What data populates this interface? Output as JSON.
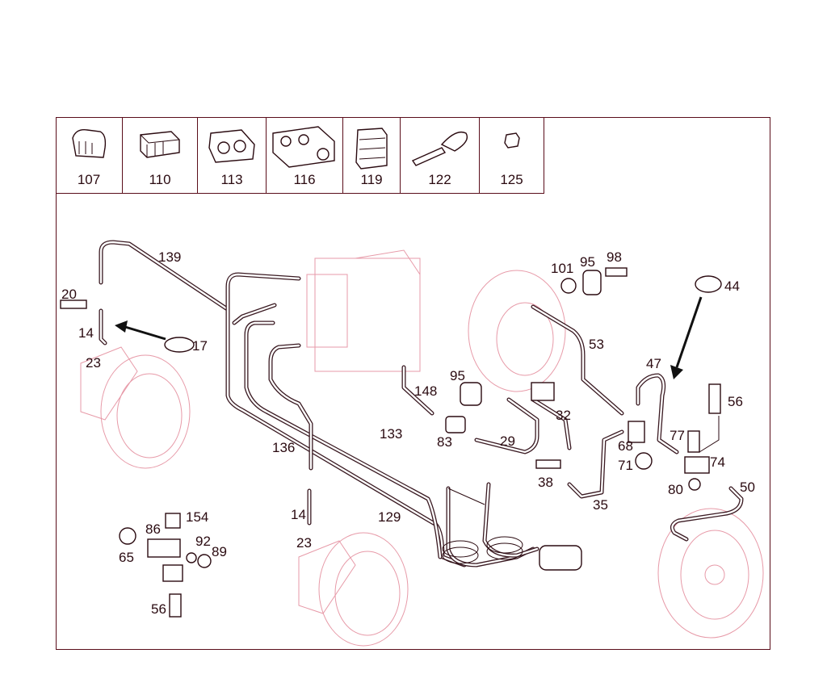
{
  "header_parts": [
    {
      "id": "107",
      "label": "107"
    },
    {
      "id": "110",
      "label": "110"
    },
    {
      "id": "113",
      "label": "113"
    },
    {
      "id": "116",
      "label": "116"
    },
    {
      "id": "119",
      "label": "119"
    },
    {
      "id": "122",
      "label": "122"
    },
    {
      "id": "125",
      "label": "125"
    }
  ],
  "callouts": {
    "c139": "139",
    "c20": "20",
    "c14a": "14",
    "c17": "17",
    "c23a": "23",
    "c101": "101",
    "c95a": "95",
    "c98": "98",
    "c44": "44",
    "c53": "53",
    "c47": "47",
    "c95b": "95",
    "c148": "148",
    "c32": "32",
    "c56a": "56",
    "c133": "133",
    "c83": "83",
    "c29": "29",
    "c68": "68",
    "c77": "77",
    "c71": "71",
    "c74": "74",
    "c136": "136",
    "c38": "38",
    "c80": "80",
    "c50": "50",
    "c14b": "14",
    "c35": "35",
    "c129": "129",
    "c154": "154",
    "c86": "86",
    "c92": "92",
    "c89": "89",
    "c65": "65",
    "c23b": "23",
    "c56b": "56"
  },
  "colors": {
    "frame": "#5a0d1a",
    "ghost": "#e79aa8",
    "ink": "#2a0a10"
  }
}
